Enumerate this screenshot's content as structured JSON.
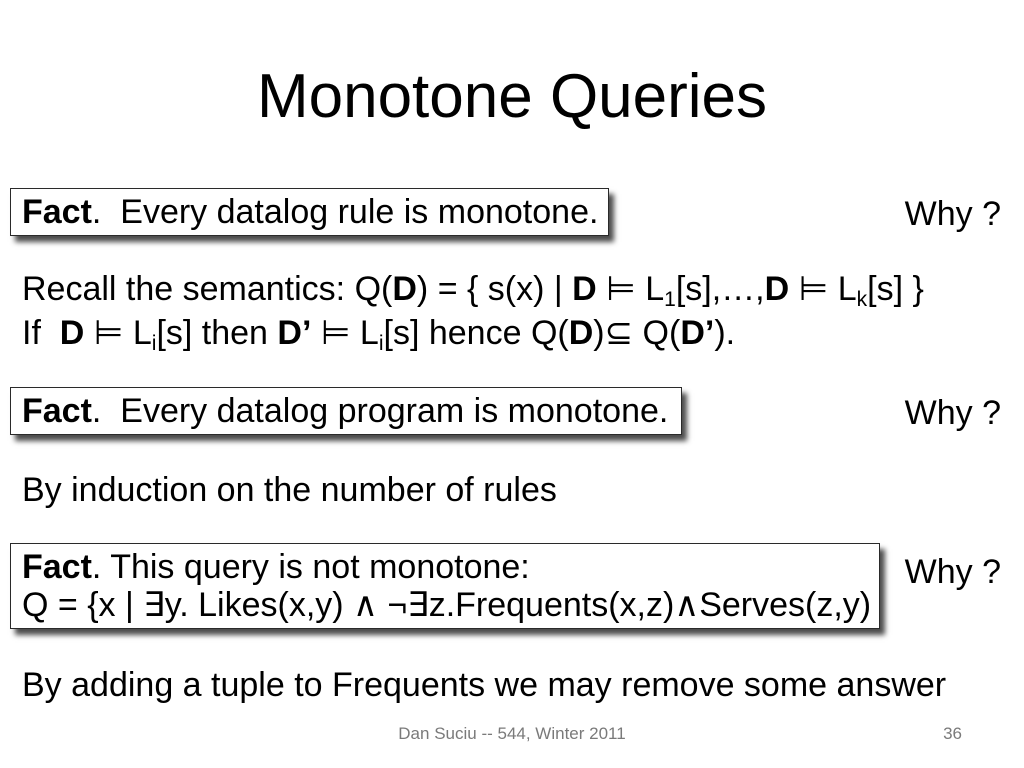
{
  "slide": {
    "title": "Monotone Queries",
    "fact1": {
      "label": "Fact",
      "text": ".  Every datalog rule is monotone.",
      "why": "Why ?"
    },
    "recall": {
      "line1": [
        "Recall the semantics: Q(",
        "D",
        ") = { s(x) | ",
        "D",
        " ⊨ L",
        "1",
        "[s],…,",
        "D",
        " ⊨ L",
        "k",
        "[s] }"
      ],
      "line2": [
        "If  ",
        "D",
        " ⊨ L",
        "i",
        "[s] then ",
        "D’",
        " ⊨ L",
        "i",
        "[s] hence Q(",
        "D",
        ")⊆ Q(",
        "D’",
        ")."
      ]
    },
    "fact2": {
      "label": "Fact",
      "text": ".  Every datalog program is monotone.",
      "why": "Why ?"
    },
    "induction": "By induction on the number of rules",
    "fact3": {
      "label": "Fact",
      "text": ". This query is not monotone:",
      "query": "Q = {x | ∃y. Likes(x,y) ∧ ¬∃z.Frequents(x,z)∧Serves(z,y)",
      "why": "Why ?"
    },
    "conclusion": "By adding a tuple to Frequents we may remove some answer"
  },
  "footer": {
    "text": "Dan Suciu -- 544, Winter 2011",
    "page": "36"
  }
}
